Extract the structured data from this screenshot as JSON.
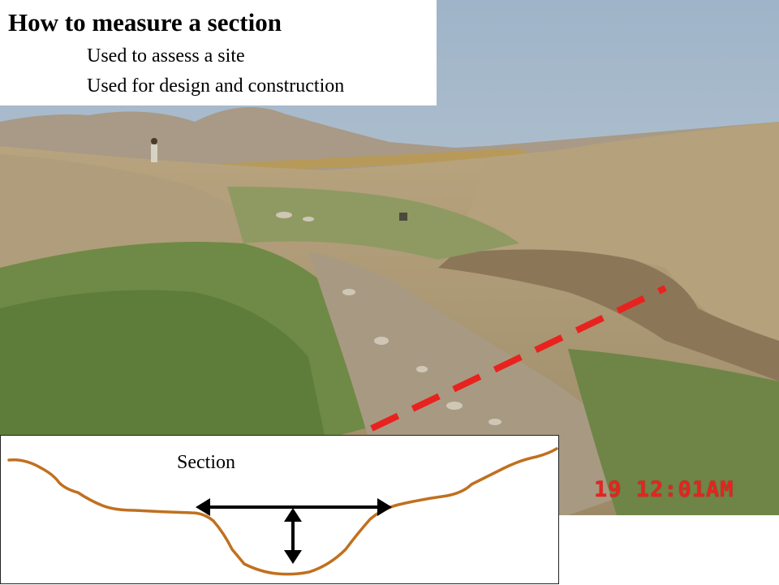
{
  "header": {
    "title": "How to measure a section",
    "bullets": [
      "Used to assess a site",
      "Used for design and construction"
    ]
  },
  "photo": {
    "timestamp": "19 12:01AM",
    "section_line_color": "#e8231f"
  },
  "diagram": {
    "label": "Section",
    "profile_color": "#c0701f",
    "arrow_color": "#000000"
  }
}
